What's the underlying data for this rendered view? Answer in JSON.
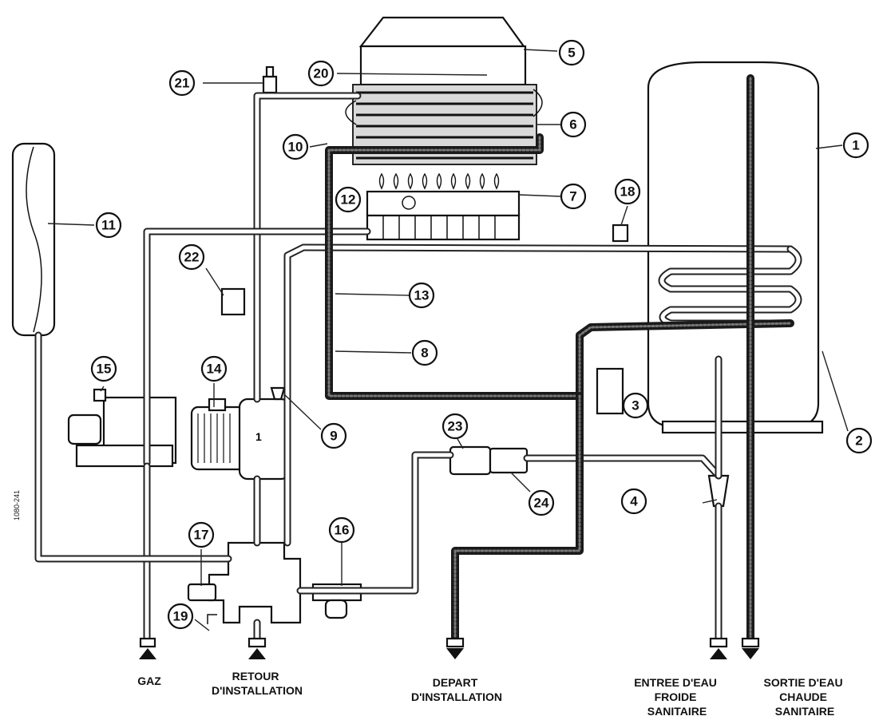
{
  "callouts": [
    {
      "id": "c1",
      "label": "1"
    },
    {
      "id": "c2",
      "label": "2"
    },
    {
      "id": "c3",
      "label": "3"
    },
    {
      "id": "c4",
      "label": "4"
    },
    {
      "id": "c5",
      "label": "5"
    },
    {
      "id": "c6",
      "label": "6"
    },
    {
      "id": "c7",
      "label": "7"
    },
    {
      "id": "c8",
      "label": "8"
    },
    {
      "id": "c9",
      "label": "9"
    },
    {
      "id": "c10",
      "label": "10"
    },
    {
      "id": "c11",
      "label": "11"
    },
    {
      "id": "c12",
      "label": "12"
    },
    {
      "id": "c13",
      "label": "13"
    },
    {
      "id": "c14",
      "label": "14"
    },
    {
      "id": "c15",
      "label": "15"
    },
    {
      "id": "c16",
      "label": "16"
    },
    {
      "id": "c17",
      "label": "17"
    },
    {
      "id": "c18",
      "label": "18"
    },
    {
      "id": "c19",
      "label": "19"
    },
    {
      "id": "c20",
      "label": "20"
    },
    {
      "id": "c21",
      "label": "21"
    },
    {
      "id": "c22",
      "label": "22"
    },
    {
      "id": "c23",
      "label": "23"
    },
    {
      "id": "c24",
      "label": "24"
    }
  ],
  "bottom_labels": {
    "gaz": [
      "GAZ"
    ],
    "retour": [
      "RETOUR",
      "D'INSTALLATION"
    ],
    "depart": [
      "DEPART",
      "D'INSTALLATION"
    ],
    "entree": [
      "ENTREE D'EAU",
      "FROIDE",
      "SANITAIRE"
    ],
    "sortie": [
      "SORTIE D'EAU",
      "CHAUDE",
      "SANITAIRE"
    ]
  },
  "side_code": "1080-241"
}
